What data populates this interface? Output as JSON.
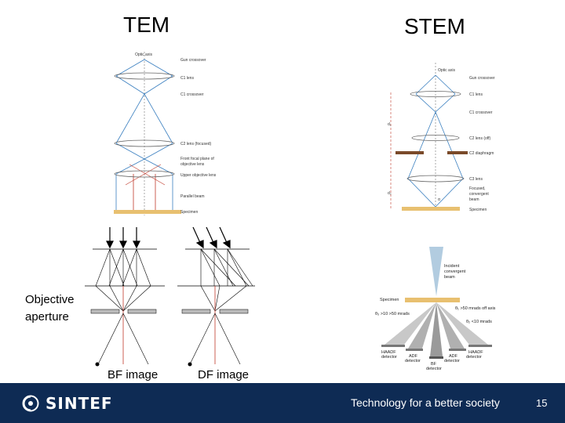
{
  "titles": {
    "tem": "TEM",
    "stem": "STEM"
  },
  "labels": {
    "objective_line1": "Objective",
    "objective_line2": "aperture",
    "bf_image": "BF image",
    "df_image": "DF image"
  },
  "tem_diagram": {
    "optic_axis": "Optic axis",
    "gun_crossover": "Gun crossover",
    "c1_lens": "C1 lens",
    "c1_crossover": "C1 crossover",
    "c2_lens": "C2 lens (focused)",
    "front_focal_1": "Front focal plane of",
    "front_focal_2": "objective lens",
    "upper_objective": "Upper objective lens",
    "parallel_beam": "Parallel beam",
    "specimen": "Specimen"
  },
  "stem_diagram": {
    "optic_axis": "Optic axis",
    "gun_crossover": "Gun crossover",
    "c1_lens": "C1 lens",
    "c1_crossover": "C1 crossover",
    "c2_lens": "C2 lens (off)",
    "c2_diaphragm": "C2 diaphragm",
    "c3_lens": "C3 lens",
    "focused_1": "Focused,",
    "focused_2": "convergent",
    "focused_3": "beam",
    "specimen": "Specimen",
    "d1": "d₁",
    "d2": "d₂",
    "alpha": "α"
  },
  "detector_diagram": {
    "incident_1": "Incident",
    "incident_2": "convergent",
    "incident_3": "beam",
    "specimen": "Specimen",
    "theta3": "θ₃ >10 >50 mrads",
    "theta1": "θ₁ >50 mrads off axis",
    "theta2": "θ₂ <10 mrads",
    "haadf_left_1": "HAADF",
    "haadf_left_2": "detector",
    "adf_left_1": "ADF",
    "adf_left_2": "detector",
    "bf_1": "BF",
    "bf_2": "detector",
    "adf_right_1": "ADF",
    "adf_right_2": "detector",
    "haadf_right_1": "HAADF",
    "haadf_right_2": "detector"
  },
  "footer": {
    "logo": "SINTEF",
    "tagline": "Technology for a better society",
    "page": "15"
  },
  "colors": {
    "footer_bg": "#0e2b54",
    "beam_blue": "#3a7fc0",
    "specimen": "#e8c070",
    "ray_red": "#c0392b",
    "aperture_brown": "#7a4a2a"
  }
}
